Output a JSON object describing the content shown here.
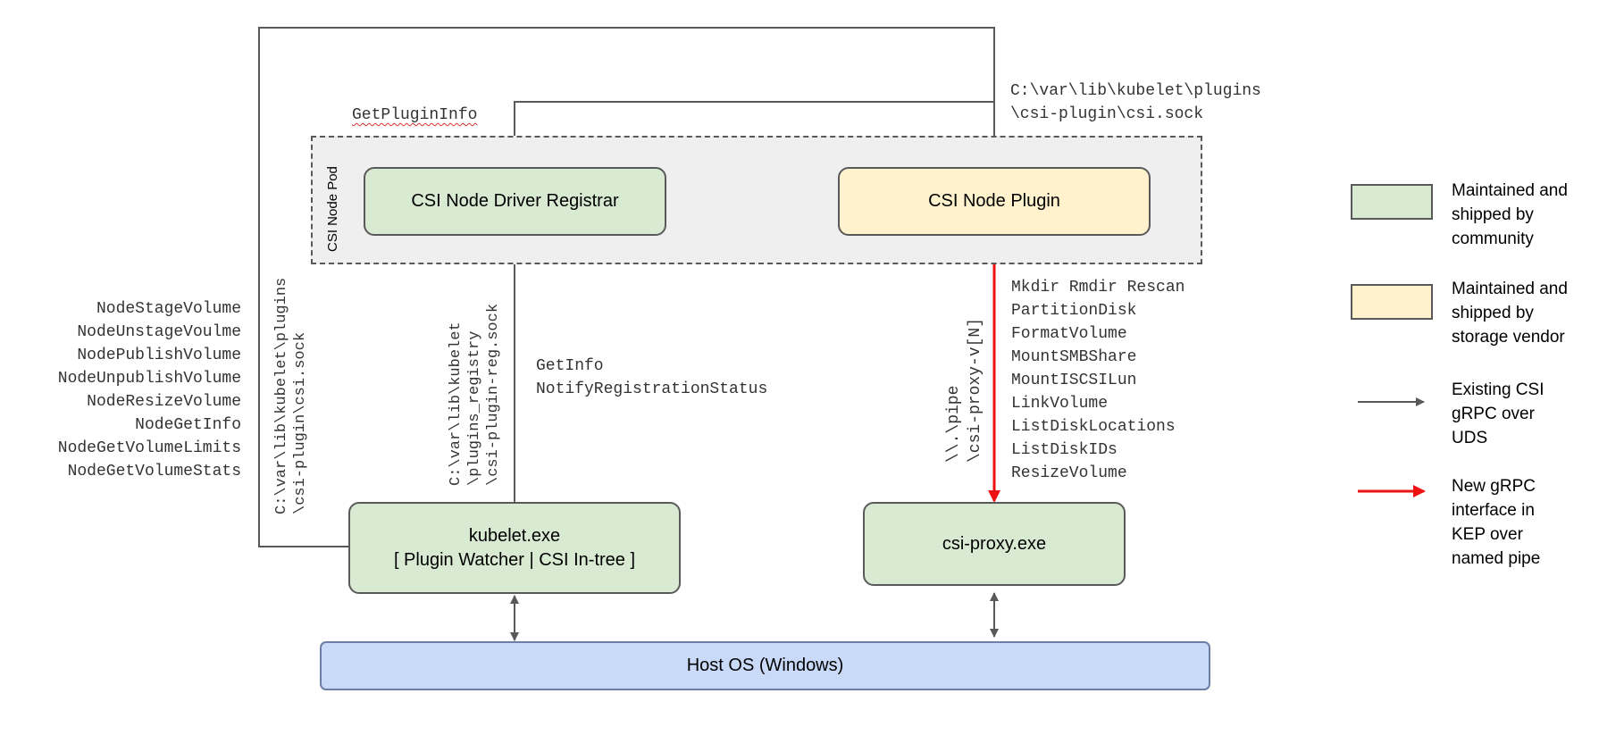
{
  "pod": {
    "label": "CSI Node Pod"
  },
  "nodes": {
    "registrar": "CSI Node Driver Registrar",
    "plugin": "CSI Node Plugin",
    "kubelet": [
      "kubelet.exe",
      "[ Plugin Watcher | CSI In-tree ]"
    ],
    "proxy": "csi-proxy.exe",
    "host": "Host OS (Windows)"
  },
  "labels": {
    "get_plugin_info": "GetPluginInfo",
    "plugin_socket": [
      "C:\\var\\lib\\kubelet\\plugins",
      "\\csi-plugin\\csi.sock"
    ],
    "kubelet_socket": [
      "C:\\var\\lib\\kubelet\\plugins",
      "\\csi-plugin\\csi.sock"
    ],
    "registry_socket": [
      "C:\\var\\lib\\kubelet",
      "\\plugins_registry",
      "\\csi-plugin-reg.sock"
    ],
    "registrar_calls": [
      "GetInfo",
      "NotifyRegistrationStatus"
    ],
    "pipe": [
      "\\\\.\\pipe",
      "\\csi-proxy-v[N]"
    ],
    "node_calls": [
      "NodeStageVolume",
      "NodeUnstageVoulme",
      "NodePublishVolume",
      "NodeUnpublishVolume",
      "NodeResizeVolume",
      "NodeGetInfo",
      "NodeGetVolumeLimits",
      "NodeGetVolumeStats"
    ],
    "proxy_calls": [
      "Mkdir Rmdir Rescan",
      "PartitionDisk",
      "FormatVolume",
      "MountSMBShare",
      "MountISCSILun",
      "LinkVolume",
      "ListDiskLocations",
      "ListDiskIDs",
      "ResizeVolume"
    ]
  },
  "legend": [
    {
      "kind": "swatch",
      "color": "#d9ead3",
      "lines": [
        "Maintained and",
        "shipped by",
        "community"
      ]
    },
    {
      "kind": "swatch",
      "color": "#fff2cc",
      "lines": [
        "Maintained and",
        "shipped by",
        "storage vendor"
      ]
    },
    {
      "kind": "arrow",
      "color": "#595959",
      "lines": [
        "Existing CSI",
        "gRPC over",
        "UDS"
      ]
    },
    {
      "kind": "arrow",
      "color": "#ee1111",
      "lines": [
        "New gRPC",
        "interface in",
        "KEP over",
        "named pipe"
      ]
    }
  ],
  "colors": {
    "community": "#d9ead3",
    "vendor": "#fff2cc",
    "host": "#c9daf8",
    "existing_arrow": "#595959",
    "new_arrow": "#ee1111"
  }
}
